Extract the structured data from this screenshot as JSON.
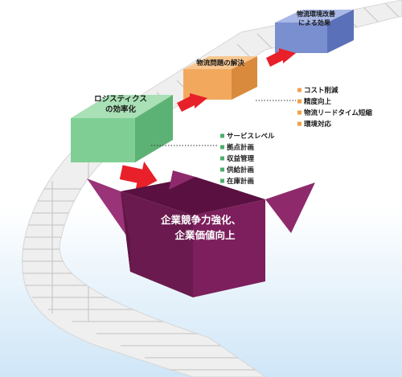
{
  "colors": {
    "background_gradient_top": "#ffffff",
    "background_gradient_bottom": "#cfe6f7",
    "belt": "#efefef",
    "belt_lines": "#c9c9c9",
    "arrow": "#e8202a",
    "green_box": "#7fcf95",
    "orange_box": "#f2a95e",
    "blue_box": "#7a8fd0",
    "purple_box": "#7c1f5c",
    "bullet_green": "#4cae6a",
    "bullet_orange": "#f0a048"
  },
  "boxes": {
    "logistics": {
      "line1": "ロジスティクス",
      "line2": "の効率化"
    },
    "improvement": {
      "line1": "物流問題の解決"
    },
    "environment": {
      "line1": "物流環境改善",
      "line2": "による効果"
    },
    "final": {
      "line1": "企業競争力強化、",
      "line2": "企業価値向上"
    }
  },
  "green_items": [
    "サービスレベル",
    "拠点計画",
    "収益管理",
    "供給計画",
    "在庫計画"
  ],
  "orange_items": [
    "コスト削減",
    "精度向上",
    "物流リードタイム短縮",
    "環境対応"
  ]
}
